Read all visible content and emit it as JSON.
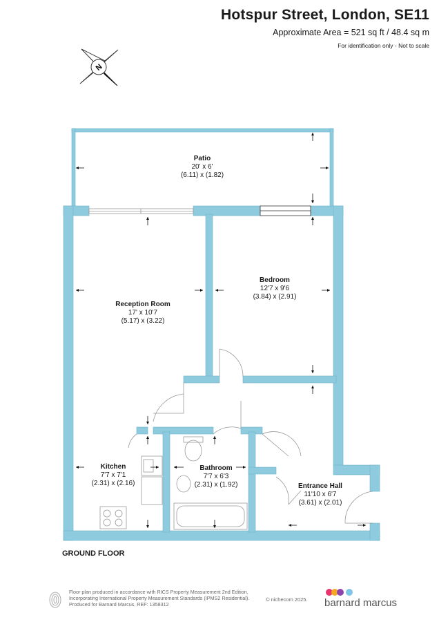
{
  "header": {
    "title": "Hotspur Street, London, SE11",
    "area": "Approximate Area = 521 sq ft / 48.4 sq m",
    "note": "For identification only - Not to scale"
  },
  "compass": {
    "label": "N",
    "icon": "compass-icon"
  },
  "rooms": {
    "patio": {
      "name": "Patio",
      "imperial": "20' x 6'",
      "metric": "(6.11) x (1.82)"
    },
    "reception": {
      "name": "Reception Room",
      "imperial": "17' x 10'7",
      "metric": "(5.17) x (3.22)"
    },
    "bedroom": {
      "name": "Bedroom",
      "imperial": "12'7 x 9'6",
      "metric": "(3.84) x (2.91)"
    },
    "kitchen": {
      "name": "Kitchen",
      "imperial": "7'7 x 7'1",
      "metric": "(2.31) x (2.16)"
    },
    "bathroom": {
      "name": "Bathroom",
      "imperial": "7'7 x 6'3",
      "metric": "(2.31) x (1.92)"
    },
    "hall": {
      "name": "Entrance Hall",
      "imperial": "11'10 x 6'7",
      "metric": "(3.61) x (2.01)"
    }
  },
  "floor_label": "GROUND FLOOR",
  "footer": {
    "line1": "Floor plan produced in accordance with RICS Property Measurement 2nd Edition,",
    "line2": "Incorporating International Property Measurement Standards (IPMS2 Residential).",
    "line3": "Produced for Barnard Marcus.    REF:  1358312",
    "credit": "© nichecom 2025.",
    "brand": "barnard marcus"
  },
  "colors": {
    "wall": "#8ecbde",
    "wall_outline": "#6fb4cc",
    "text": "#1a1a1a",
    "logo_dots": [
      "#e8336d",
      "#f5a623",
      "#8e44ad",
      "#7fc6e6"
    ]
  }
}
